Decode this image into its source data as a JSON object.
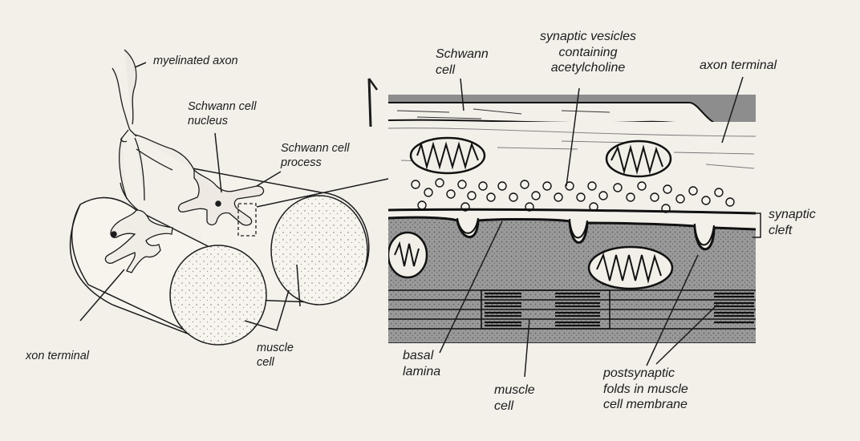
{
  "left_panel": {
    "label_myelinated_axon": "myelinated axon",
    "label_schwann_nucleus": [
      "Schwann cell",
      "nucleus"
    ],
    "label_schwann_process": [
      "Schwann cell",
      "process"
    ],
    "label_axon_terminal": "xon terminal",
    "label_muscle_cell": [
      "muscle",
      "cell"
    ]
  },
  "right_panel": {
    "label_schwann_cell": [
      "Schwann",
      "cell"
    ],
    "label_synaptic_vesicles": [
      "synaptic vesicles",
      "containing",
      "acetylcholine"
    ],
    "label_axon_terminal": "axon terminal",
    "label_synaptic_cleft": [
      "synaptic",
      "cleft"
    ],
    "label_basal_lamina": [
      "basal",
      "lamina"
    ],
    "label_muscle_cell": [
      "muscle",
      "cell"
    ],
    "label_postsynaptic_folds": [
      "postsynaptic",
      "folds in muscle",
      "cell membrane"
    ]
  }
}
